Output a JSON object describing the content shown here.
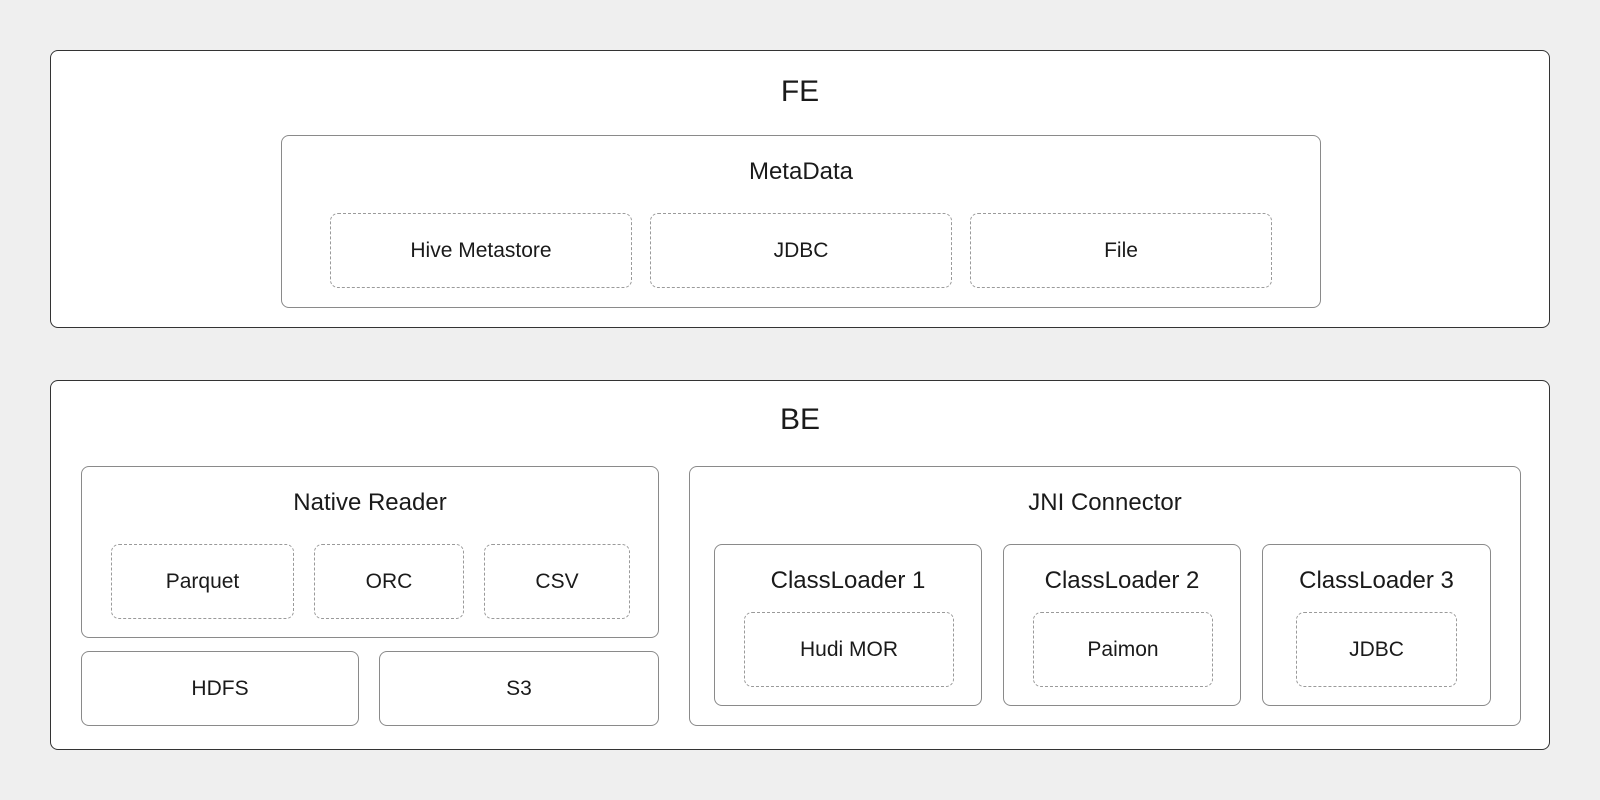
{
  "fe": {
    "title": "FE",
    "metadata": {
      "title": "MetaData",
      "items": [
        "Hive Metastore",
        "JDBC",
        "File"
      ]
    }
  },
  "be": {
    "title": "BE",
    "native_reader": {
      "title": "Native Reader",
      "formats": [
        "Parquet",
        "ORC",
        "CSV"
      ]
    },
    "storage": [
      "HDFS",
      "S3"
    ],
    "jni_connector": {
      "title": "JNI Connector",
      "classloaders": [
        {
          "title": "ClassLoader 1",
          "item": "Hudi MOR"
        },
        {
          "title": "ClassLoader 2",
          "item": "Paimon"
        },
        {
          "title": "ClassLoader 3",
          "item": "JDBC"
        }
      ]
    }
  }
}
